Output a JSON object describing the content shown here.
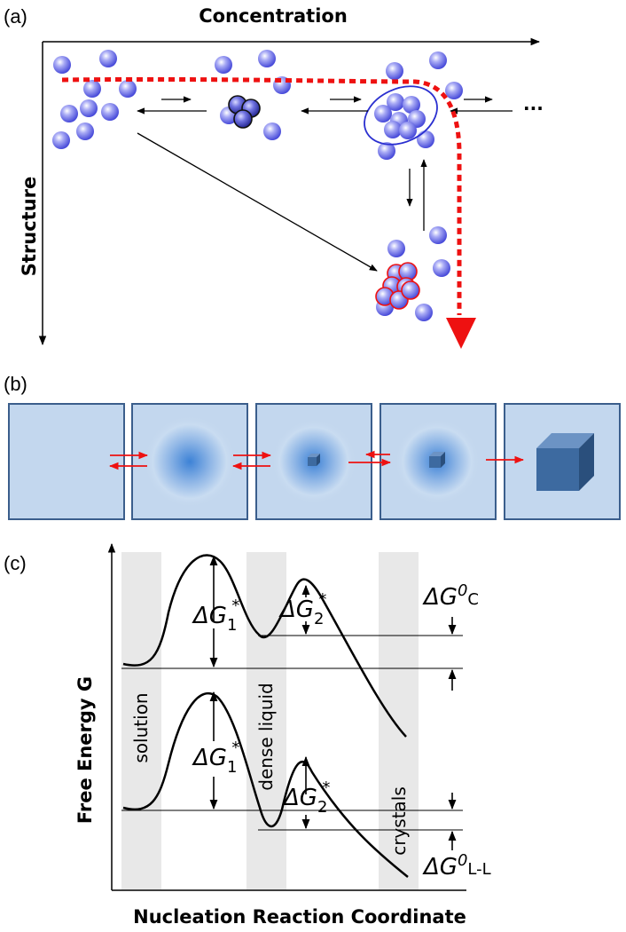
{
  "panel_a": {
    "label": "(a)",
    "x_axis_title": "Concentration",
    "y_axis_title": "Structure",
    "ellipsis": "..."
  },
  "panel_b": {
    "label": "(b)",
    "box_count": 5
  },
  "panel_c": {
    "label": "(c)",
    "y_axis_title": "Free Energy G",
    "x_axis_title": "Nucleation Reaction Coordinate",
    "region_solution": "solution",
    "region_dense_liquid": "dense liquid",
    "region_crystals": "crystals",
    "barrier1_top": {
      "delta": "Δ",
      "symbol": "G",
      "subscript": "1",
      "superscript": "*"
    },
    "barrier2_top": {
      "delta": "Δ",
      "symbol": "G",
      "subscript": "2",
      "superscript": "*"
    },
    "barrier1_bottom": {
      "delta": "Δ",
      "symbol": "G",
      "subscript": "1",
      "superscript": "*"
    },
    "barrier2_bottom": {
      "delta": "Δ",
      "symbol": "G",
      "subscript": "2",
      "superscript": "*"
    },
    "dg_crystal": {
      "delta": "Δ",
      "symbol": "G",
      "superscript": "0",
      "subscript": "C"
    },
    "dg_ll": {
      "delta": "Δ",
      "symbol": "G",
      "superscript": "0",
      "subscript": "L-L"
    }
  },
  "colors": {
    "molecule": "#4f52e6",
    "pathway": "#ee1111",
    "box_fill": "#c3d7ee",
    "box_border": "#3b5e8c",
    "cube": "#3d6aa0",
    "region_band": "#e8e8e8"
  }
}
